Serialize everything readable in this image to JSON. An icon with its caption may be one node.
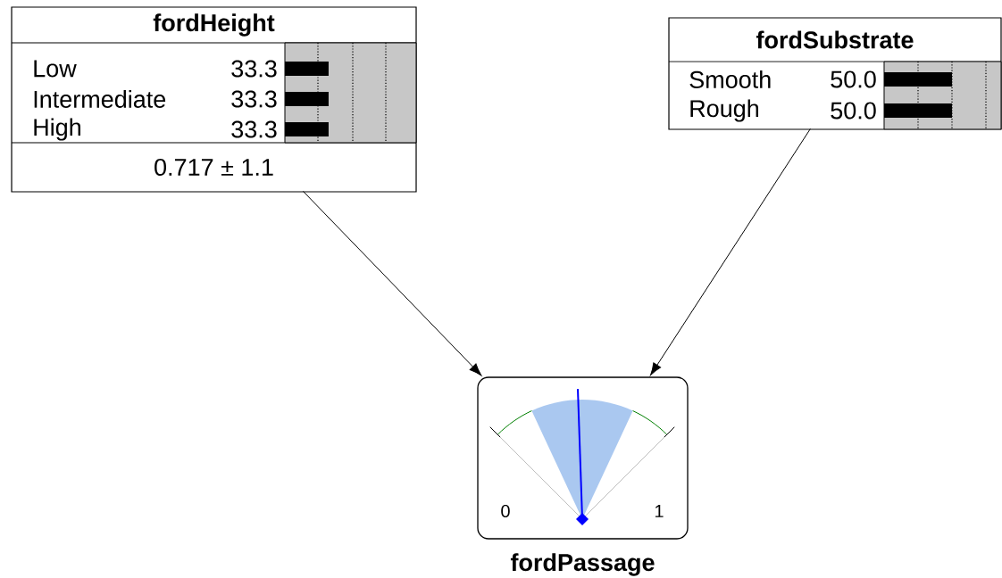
{
  "diagram": {
    "nodes": [
      {
        "text": [
          "fordHeight",
          "Low",
          "33.3",
          "Intermediate",
          "33.3",
          "High",
          "33.3",
          "0.717 ± 1.1"
        ]
      },
      {
        "text": [
          "fordSubstrate",
          "Smooth",
          "50.0",
          "Rough",
          "50.0"
        ]
      },
      {
        "text": [
          "fordPassage",
          "0",
          "1"
        ]
      }
    ],
    "edges": [
      {
        "from": 0,
        "to": 2,
        "arrow": "to"
      },
      {
        "from": 1,
        "to": 2,
        "arrow": "to"
      }
    ]
  }
}
